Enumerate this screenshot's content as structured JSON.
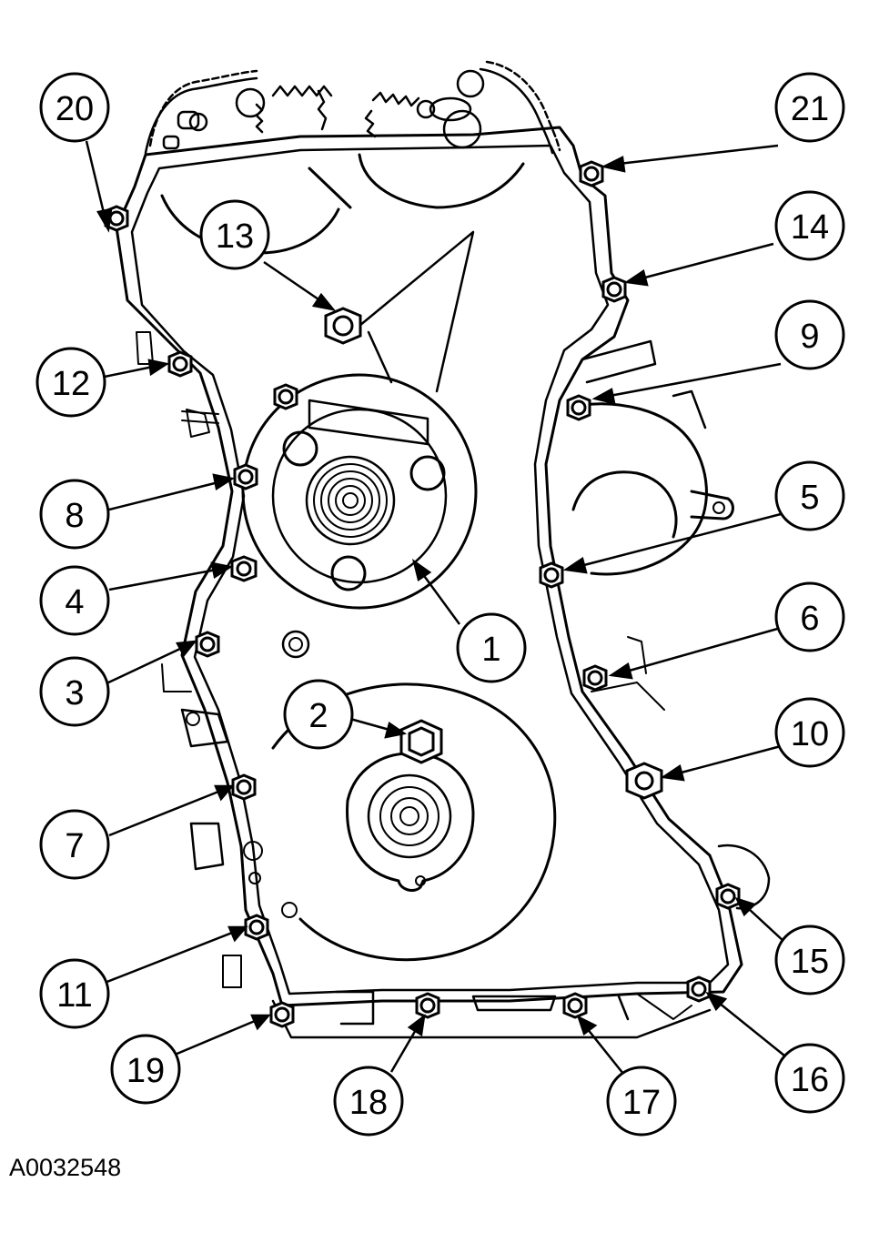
{
  "figure_id": "A0032548",
  "callouts": [
    {
      "label": "20"
    },
    {
      "label": "21"
    },
    {
      "label": "13"
    },
    {
      "label": "14"
    },
    {
      "label": "12"
    },
    {
      "label": "9"
    },
    {
      "label": "8"
    },
    {
      "label": "5"
    },
    {
      "label": "4"
    },
    {
      "label": "1"
    },
    {
      "label": "6"
    },
    {
      "label": "3"
    },
    {
      "label": "2"
    },
    {
      "label": "10"
    },
    {
      "label": "7"
    },
    {
      "label": "15"
    },
    {
      "label": "11"
    },
    {
      "label": "16"
    },
    {
      "label": "19"
    },
    {
      "label": "18"
    },
    {
      "label": "17"
    }
  ]
}
